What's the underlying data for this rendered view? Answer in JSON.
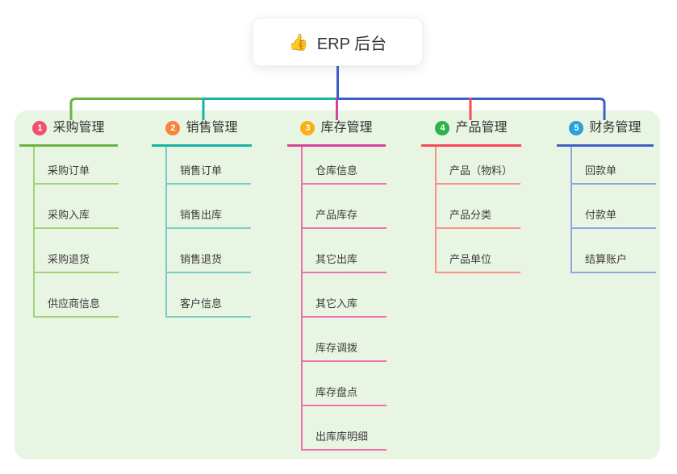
{
  "root": {
    "icon": "👍",
    "label": "ERP 后台"
  },
  "canvas_background": "#e9f5e3",
  "connector_root_color": "#3c5fc8",
  "branches": [
    {
      "badge": "1",
      "title": "采购管理",
      "badge_color": "#f2506e",
      "line_color": "#68b43e",
      "child_line_color": "#a3d278",
      "children": [
        "采购订单",
        "采购入库",
        "采购退货",
        "供应商信息"
      ]
    },
    {
      "badge": "2",
      "title": "销售管理",
      "badge_color": "#f8853c",
      "line_color": "#17b3a3",
      "child_line_color": "#79cec3",
      "children": [
        "销售订单",
        "销售出库",
        "销售退货",
        "客户信息"
      ]
    },
    {
      "badge": "3",
      "title": "库存管理",
      "badge_color": "#fbae17",
      "line_color": "#d8439a",
      "child_line_color": "#f06fb2",
      "children": [
        "仓库信息",
        "产品库存",
        "其它出库",
        "其它入库",
        "库存调拨",
        "库存盘点",
        "出库库明细"
      ]
    },
    {
      "badge": "4",
      "title": "产品管理",
      "badge_color": "#2eb24c",
      "line_color": "#f8495a",
      "child_line_color": "#f9918b",
      "children": [
        "产品（物料）",
        "产品分类",
        "产品单位"
      ]
    },
    {
      "badge": "5",
      "title": "财务管理",
      "badge_color": "#29a0dc",
      "line_color": "#3c5fc8",
      "child_line_color": "#8fa7e0",
      "children": [
        "回款单",
        "付款单",
        "结算账户"
      ]
    }
  ]
}
